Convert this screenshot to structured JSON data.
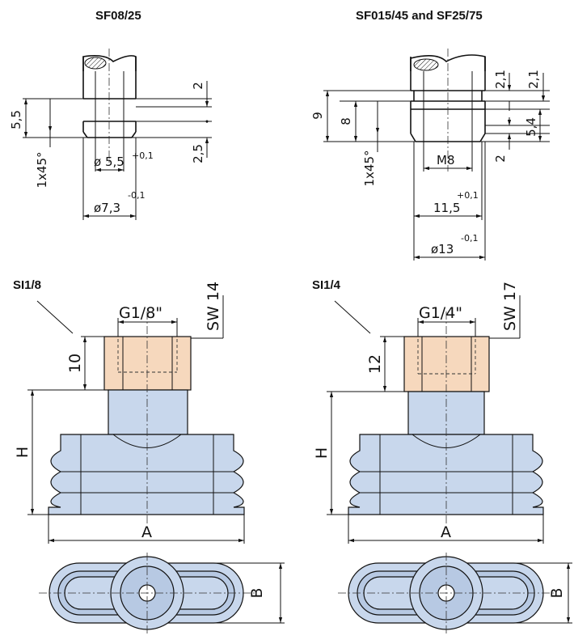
{
  "titles": {
    "sf0825": "SF08/25",
    "sf1545": "SF015/45 and SF25/75",
    "si18": "SI1/8",
    "si14": "SI1/4"
  },
  "sf0825": {
    "d55": "5,5",
    "d2": "2",
    "d25": "2,5",
    "chamfer": "1x45°",
    "bore": "ø 5,5",
    "bore_tol": "+0,1",
    "outer": "ø7,3",
    "outer_tol": "-0,1"
  },
  "sf1545": {
    "d9": "9",
    "d8": "8",
    "d21a": "2,1",
    "d21b": "2,1",
    "d54": "5,4",
    "d2": "2",
    "chamfer": "1x45°",
    "thread": "M8",
    "bore": "11,5",
    "bore_tol": "+0,1",
    "outer": "ø13",
    "outer_tol": "-0,1"
  },
  "si18": {
    "thread": "G1/8\"",
    "wrench": "SW 14",
    "height": "10",
    "h": "H",
    "a": "A",
    "b": "B"
  },
  "si14": {
    "thread": "G1/4\"",
    "wrench": "SW 17",
    "height": "12",
    "h": "H",
    "a": "A",
    "b": "B"
  },
  "colors": {
    "body_blue": "#c8d7ec",
    "nut_orange": "#f6d8bd",
    "line": "#111111"
  }
}
